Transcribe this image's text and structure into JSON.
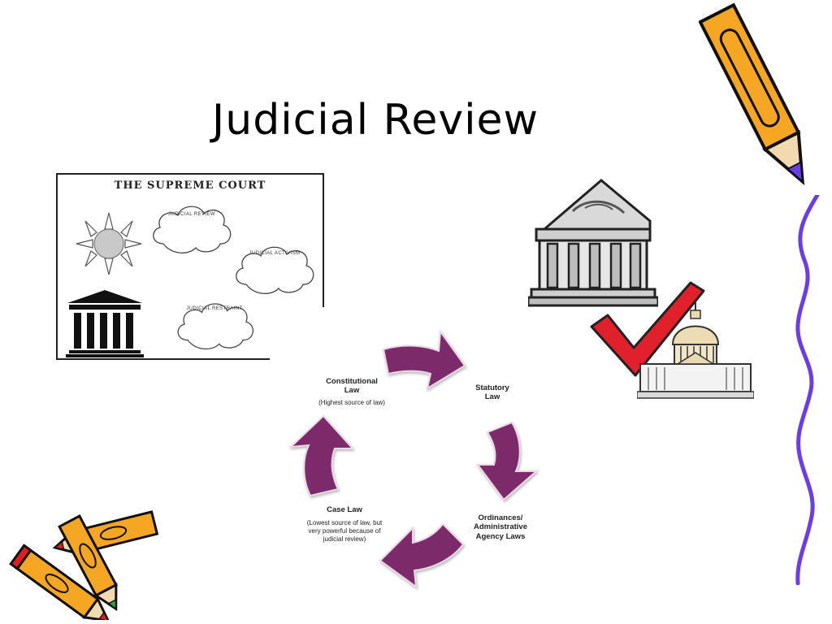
{
  "slide": {
    "title": "Judicial Review"
  },
  "supreme_court_panel": {
    "title": "The Supreme Court",
    "clouds": [
      "Judicial Review",
      "Judicial Activism",
      "Judicial Restraint"
    ]
  },
  "cycle": {
    "nodes": [
      {
        "heading": "Constitutional Law",
        "note": "(Highest source of law)"
      },
      {
        "heading": "Statutory Law",
        "note": ""
      },
      {
        "heading": "Ordinances/ Administrative Agency Laws",
        "note": ""
      },
      {
        "heading": "Case Law",
        "note": "(Lowest source of law, but very powerful because of judicial review)"
      }
    ]
  },
  "icons": [
    "pencil-icon",
    "crayons-icon",
    "courthouse-icon",
    "checkmark-icon",
    "capitol-icon",
    "sun-icon",
    "cloud-icon",
    "temple-icon",
    "arrow-icon"
  ],
  "colors": {
    "arrow": "#7b2c6b",
    "check": "#e0202a",
    "pencil": "#f5a623",
    "border_line": "#6a3de8"
  }
}
